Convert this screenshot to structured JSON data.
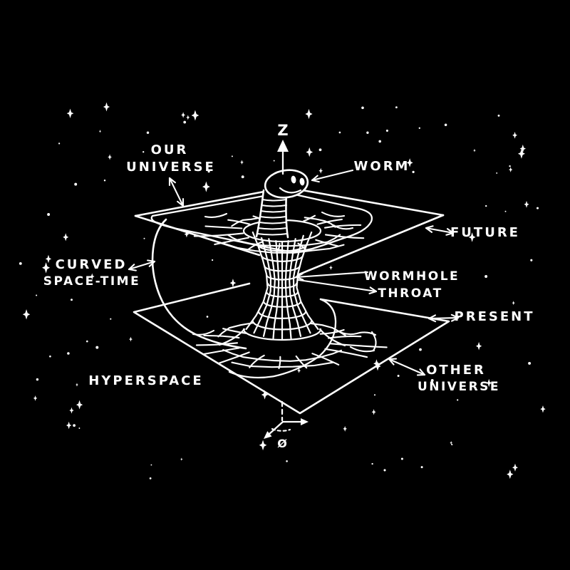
{
  "artwork": {
    "description": "Hand-drawn wormhole space-time cartoon diagram on a black starfield",
    "background_color": "#000000",
    "ink_color": "#ffffff"
  },
  "diagram": {
    "axis": {
      "vertical_label": "Z",
      "angle_label": "Ø"
    },
    "labels": {
      "our_universe": {
        "lines": [
          "OUR",
          "UNIVERSE"
        ]
      },
      "worm": {
        "text": "WORM"
      },
      "future": {
        "text": "FUTURE"
      },
      "curved_space_time": {
        "lines": [
          "CURVED",
          "SPACE-TIME"
        ]
      },
      "wormhole_throat": {
        "lines": [
          "WORMHOLE",
          "THROAT"
        ]
      },
      "present": {
        "text": "PRESENT"
      },
      "hyperspace": {
        "text": "HYPERSPACE"
      },
      "other_universe": {
        "lines": [
          "OTHER",
          "UNIVERSE"
        ]
      }
    }
  }
}
